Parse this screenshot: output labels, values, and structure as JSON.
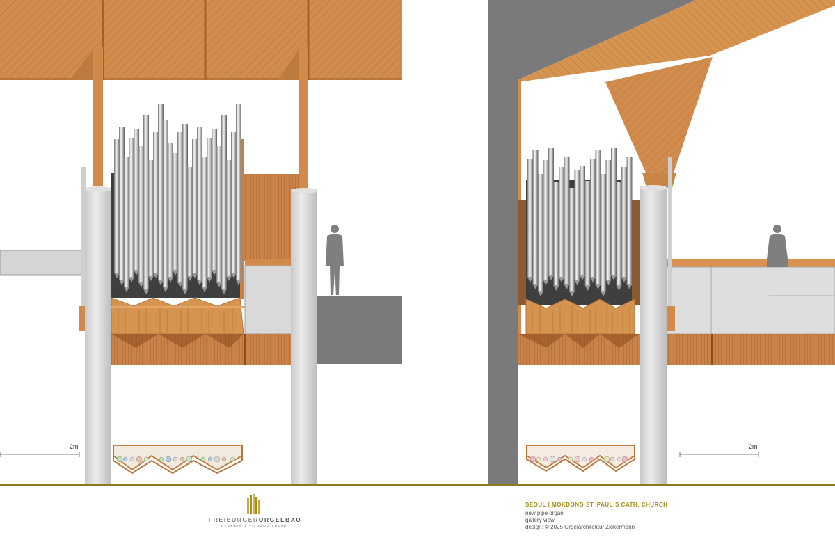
{
  "scales": [
    {
      "label": "2m"
    },
    {
      "label": "2m"
    }
  ],
  "logo": {
    "name_light": "FREIBURGER",
    "name_bold": "ORGELBAU",
    "subtitle": "HARTWIG & TILMANN SPÄTH"
  },
  "caption": {
    "title": "SEOUL | MOKDONG ST. PAUL`S CATH. CHURCH",
    "line1": "new pipe organ",
    "line2": "gallery view",
    "line3": "design: © 2025 Orgelarchitektur Zickermann"
  },
  "colors": {
    "wood": "#d9924f",
    "wood_dark": "#b8733a",
    "concrete": "#dcdcdc",
    "dark_gray": "#7a7a7a",
    "accent_gold": "#a88c1c"
  }
}
